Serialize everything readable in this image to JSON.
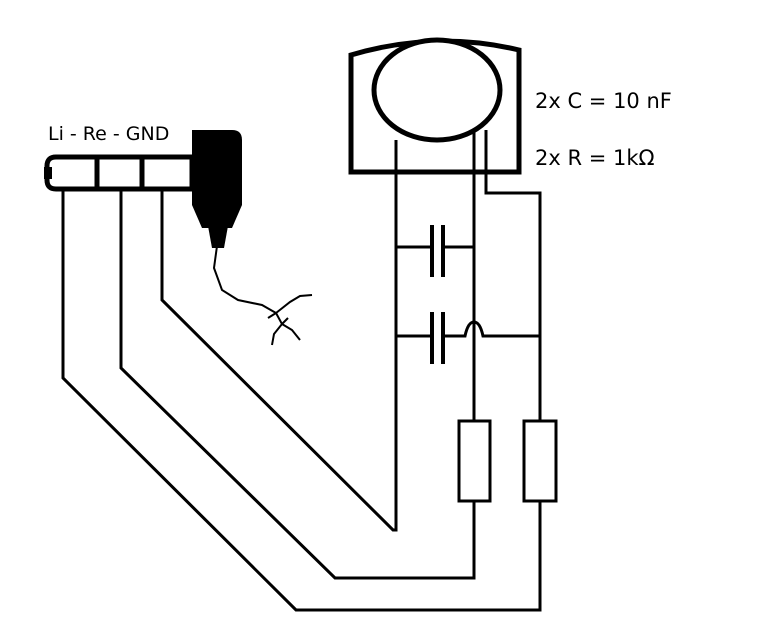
{
  "diagram": {
    "jack_label": "Li - Re - GND",
    "capacitor_spec": "2x C = 10 nF",
    "resistor_spec": "2x R = 1kΩ"
  },
  "colors": {
    "ink": "#000000",
    "paper": "#ffffff"
  },
  "icons": [
    "audio-jack-icon",
    "capacitor-icon",
    "resistor-icon",
    "potentiometer-icon",
    "frayed-cable-icon"
  ]
}
